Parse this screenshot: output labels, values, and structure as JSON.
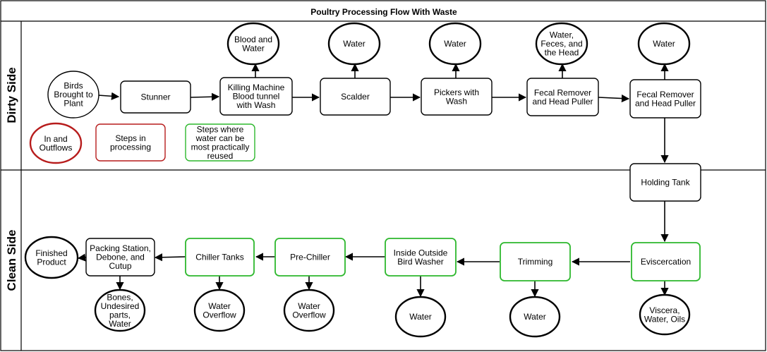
{
  "title": "Poultry Processing Flow With Waste",
  "lanes": {
    "dirty": "Dirty Side",
    "clean": "Clean Side"
  },
  "nodes": {
    "birds": [
      "Birds",
      "Brought to",
      "Plant"
    ],
    "stunner": [
      "Stunner"
    ],
    "killing": [
      "Killing Machine",
      "Blood tunnel",
      "with Wash"
    ],
    "scalder": [
      "Scalder"
    ],
    "pickers": [
      "Pickers with",
      "Wash"
    ],
    "fecal1": [
      "Fecal Remover",
      "and Head Puller"
    ],
    "fecal2": [
      "Fecal Remover",
      "and Head Puller"
    ],
    "blood_water": [
      "Blood and",
      "Water"
    ],
    "water_scalder": [
      "Water"
    ],
    "water_pickers": [
      "Water"
    ],
    "water_feces": [
      "Water,",
      "Feces, and",
      "the Head"
    ],
    "water_fecal2": [
      "Water"
    ],
    "holding": [
      "Holding Tank"
    ],
    "evisceration": [
      "Eviscercation"
    ],
    "trimming": [
      "Trimming"
    ],
    "bird_washer": [
      "Inside Outside",
      "Bird Washer"
    ],
    "prechiller": [
      "Pre-Chiller"
    ],
    "chiller": [
      "Chiller Tanks"
    ],
    "packing": [
      "Packing Station,",
      "Debone, and",
      "Cutup"
    ],
    "finished": [
      "Finished",
      "Product"
    ],
    "viscera": [
      "Viscera,",
      "Water, Oils"
    ],
    "water_trim": [
      "Water"
    ],
    "water_washer": [
      "Water"
    ],
    "overflow_pre": [
      "Water",
      "Overflow"
    ],
    "overflow_chill": [
      "Water",
      "Overflow"
    ],
    "bones": [
      "Bones,",
      "Undesired",
      "parts,",
      "Water"
    ]
  },
  "legend": {
    "flows": [
      "In and",
      "Outflows"
    ],
    "steps": [
      "Steps in",
      "processing"
    ],
    "reuse": [
      "Steps where",
      "water can be",
      "most practically",
      "reused"
    ]
  },
  "colors": {
    "border": "#000000",
    "flow_legend": "#b71c1c",
    "step_legend": "#b71c1c",
    "reuse": "#2db82d"
  }
}
